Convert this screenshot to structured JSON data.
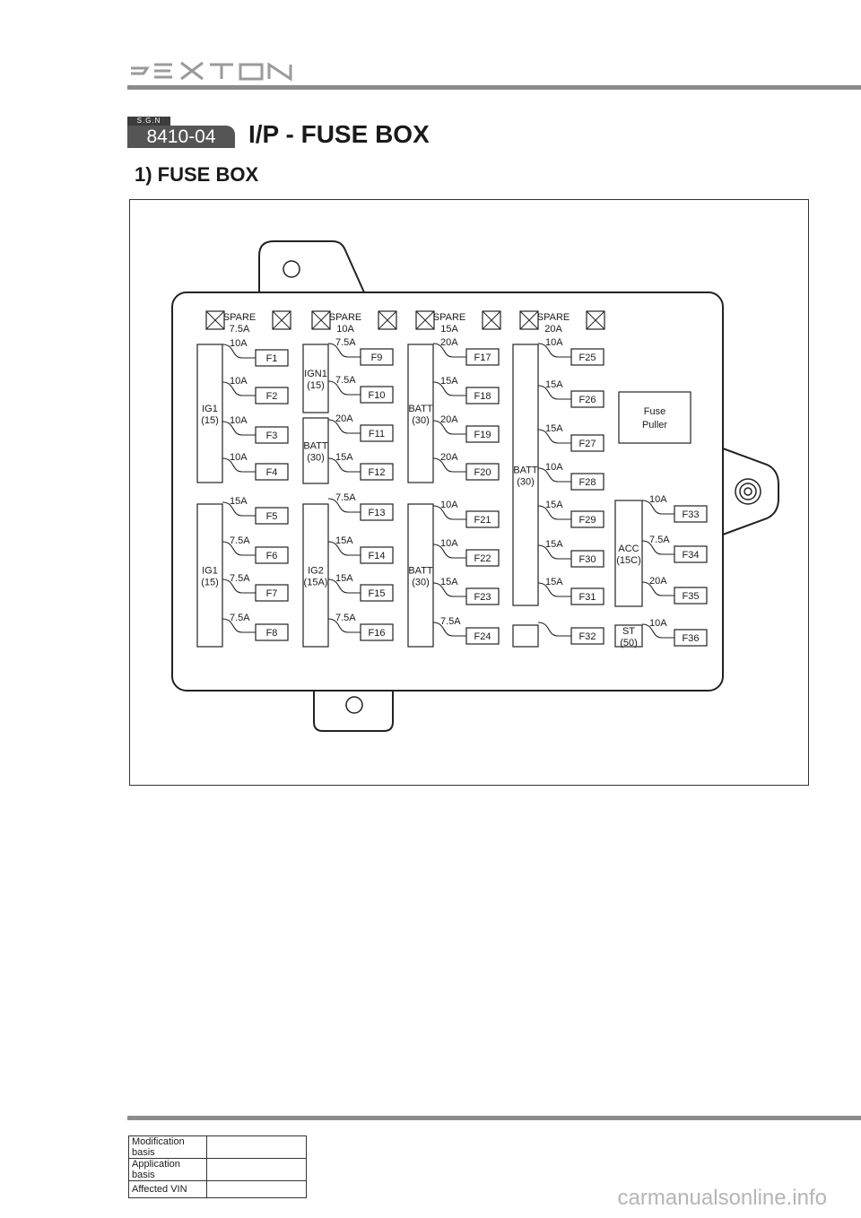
{
  "header": {
    "logo_text": "REXTON",
    "sgn_label": "S.G.N",
    "section_code": "8410-04",
    "section_title": "I/P - FUSE BOX",
    "subtitle": "1) FUSE BOX"
  },
  "diagram": {
    "spares": [
      {
        "line1": "SPARE",
        "line2": "7.5A"
      },
      {
        "line1": "SPARE",
        "line2": "10A"
      },
      {
        "line1": "SPARE",
        "line2": "15A"
      },
      {
        "line1": "SPARE",
        "line2": "20A"
      }
    ],
    "sources": [
      {
        "line1": "IG1",
        "line2": "(15)"
      },
      {
        "line1": "IG1",
        "line2": "(15)"
      },
      {
        "line1": "IGN1",
        "line2": "(15)"
      },
      {
        "line1": "BATT",
        "line2": "(30)"
      },
      {
        "line1": "IG2",
        "line2": "(15A)"
      },
      {
        "line1": "BATT",
        "line2": "(30)"
      },
      {
        "line1": "BATT",
        "line2": "(30)"
      },
      {
        "line1": "BATT",
        "line2": "(30)"
      },
      {
        "line1": "",
        "line2": ""
      },
      {
        "line1": "ACC",
        "line2": "(15C)"
      },
      {
        "line1": "ST",
        "line2": "(50)"
      }
    ],
    "fuses": [
      {
        "id": "F1",
        "rating": "10A"
      },
      {
        "id": "F2",
        "rating": "10A"
      },
      {
        "id": "F3",
        "rating": "10A"
      },
      {
        "id": "F4",
        "rating": "10A"
      },
      {
        "id": "F5",
        "rating": "15A"
      },
      {
        "id": "F6",
        "rating": "7.5A"
      },
      {
        "id": "F7",
        "rating": "7.5A"
      },
      {
        "id": "F8",
        "rating": "7.5A"
      },
      {
        "id": "F9",
        "rating": "7.5A"
      },
      {
        "id": "F10",
        "rating": "7.5A"
      },
      {
        "id": "F11",
        "rating": "20A"
      },
      {
        "id": "F12",
        "rating": "15A"
      },
      {
        "id": "F13",
        "rating": "7.5A"
      },
      {
        "id": "F14",
        "rating": "15A"
      },
      {
        "id": "F15",
        "rating": "15A"
      },
      {
        "id": "F16",
        "rating": "7.5A"
      },
      {
        "id": "F17",
        "rating": "20A"
      },
      {
        "id": "F18",
        "rating": "15A"
      },
      {
        "id": "F19",
        "rating": "20A"
      },
      {
        "id": "F20",
        "rating": "20A"
      },
      {
        "id": "F21",
        "rating": "10A"
      },
      {
        "id": "F22",
        "rating": "10A"
      },
      {
        "id": "F23",
        "rating": "15A"
      },
      {
        "id": "F24",
        "rating": "7.5A"
      },
      {
        "id": "F25",
        "rating": "10A"
      },
      {
        "id": "F26",
        "rating": "15A"
      },
      {
        "id": "F27",
        "rating": "15A"
      },
      {
        "id": "F28",
        "rating": "10A"
      },
      {
        "id": "F29",
        "rating": "15A"
      },
      {
        "id": "F30",
        "rating": "15A"
      },
      {
        "id": "F31",
        "rating": "15A"
      },
      {
        "id": "F32",
        "rating": ""
      },
      {
        "id": "F33",
        "rating": "10A"
      },
      {
        "id": "F34",
        "rating": "7.5A"
      },
      {
        "id": "F35",
        "rating": "20A"
      },
      {
        "id": "F36",
        "rating": "10A"
      }
    ],
    "puller": {
      "line1": "Fuse",
      "line2": "Puller"
    }
  },
  "footer": {
    "rows": [
      {
        "label": "Modification basis",
        "value": ""
      },
      {
        "label": "Application basis",
        "value": ""
      },
      {
        "label": "Affected VIN",
        "value": ""
      }
    ],
    "watermark": "carmanualsonline.info"
  }
}
